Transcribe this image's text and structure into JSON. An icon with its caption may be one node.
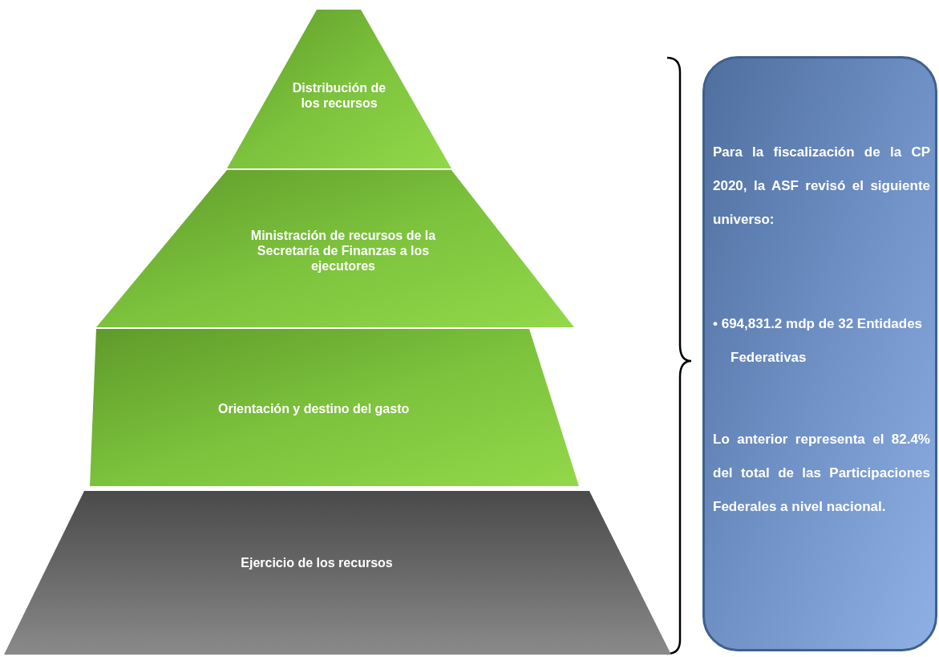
{
  "diagram": {
    "nodes": [
      {
        "text": [
          "Distribución de los recursos"
        ]
      },
      {
        "text": [
          "Ministración de recursos de la Secretaría de Finanzas a los ejecutores"
        ]
      },
      {
        "text": [
          "Orientación y destino del gasto"
        ]
      },
      {
        "text": [
          "Ejercicio de los recursos"
        ]
      },
      {
        "text": [
          "Para la fiscalización de la CP 2020, la ASF revisó el siguiente universo:",
          "• 694,831.2 mdp de 32 Entidades Federativas",
          "Lo anterior representa el 82.4% del total de las Participaciones Federales a nivel nacional."
        ]
      }
    ],
    "edges": []
  }
}
